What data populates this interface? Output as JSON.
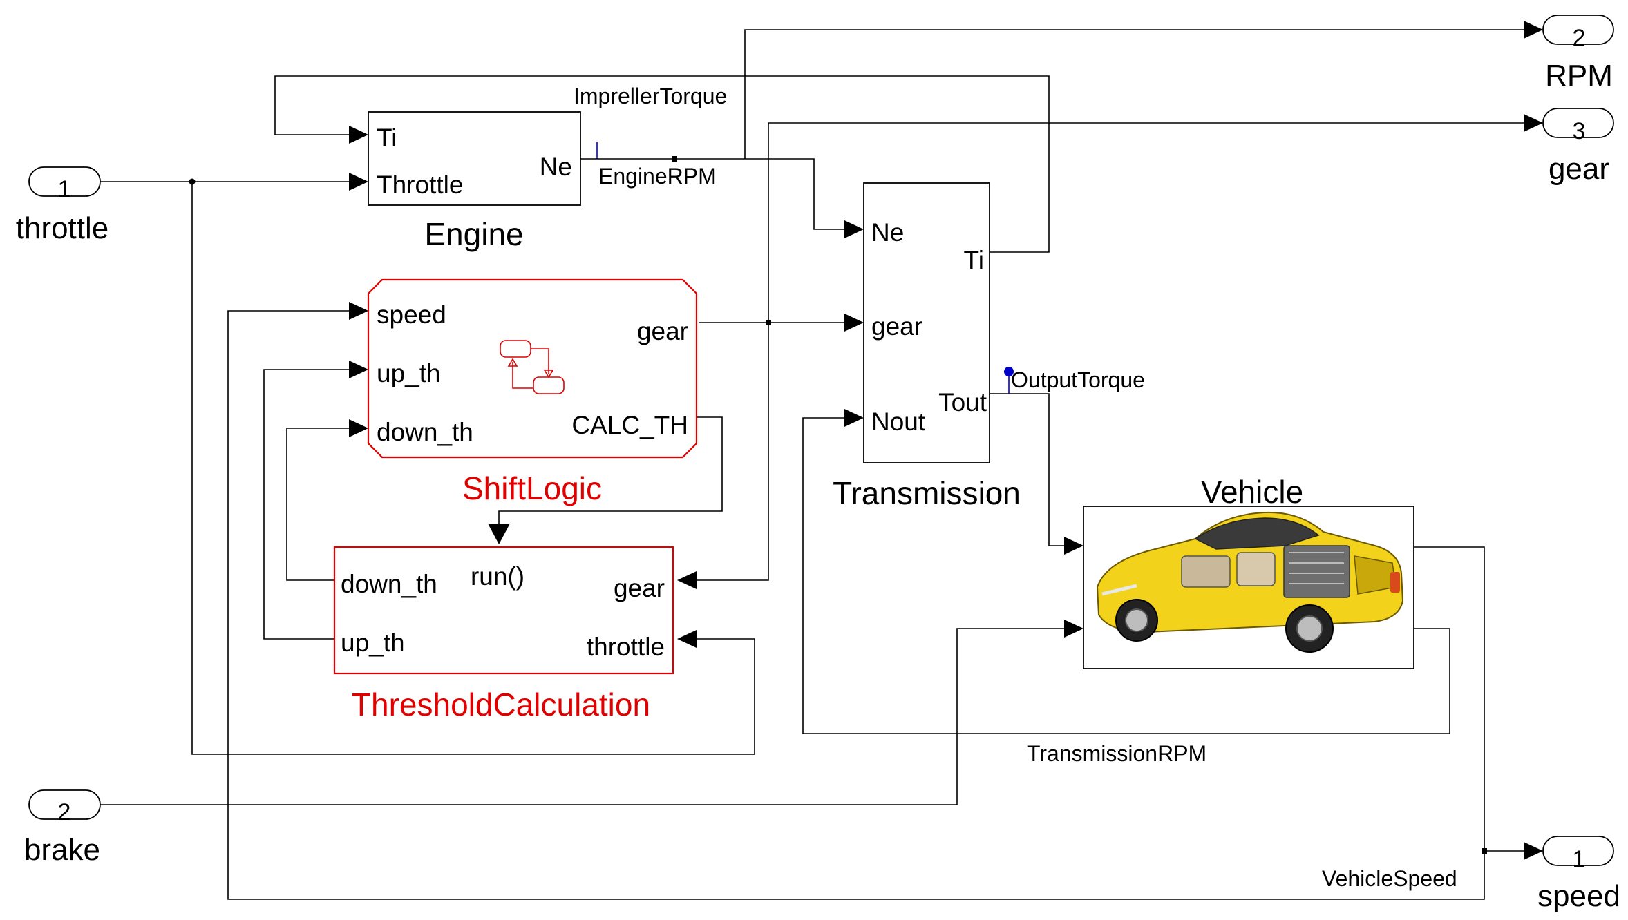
{
  "inports": [
    {
      "number": "1",
      "name": "throttle"
    },
    {
      "number": "2",
      "name": "brake"
    }
  ],
  "outports": [
    {
      "number": "2",
      "name": "RPM"
    },
    {
      "number": "3",
      "name": "gear"
    },
    {
      "number": "1",
      "name": "speed"
    }
  ],
  "blocks": {
    "engine": {
      "name": "Engine",
      "ports_in": [
        "Ti",
        "Throttle"
      ],
      "ports_out": [
        "Ne"
      ]
    },
    "shift_logic": {
      "name": "ShiftLogic",
      "ports_in": [
        "speed",
        "up_th",
        "down_th"
      ],
      "ports_out": [
        "gear",
        "CALC_TH"
      ]
    },
    "threshold_calc": {
      "name": "ThresholdCalculation",
      "trigger": "run()",
      "ports_out": [
        "down_th",
        "up_th"
      ],
      "ports_in": [
        "gear",
        "throttle"
      ]
    },
    "transmission": {
      "name": "Transmission",
      "ports_in": [
        "Ne",
        "gear",
        "Nout"
      ],
      "ports_out": [
        "Ti",
        "Tout"
      ]
    },
    "vehicle": {
      "name": "Vehicle"
    }
  },
  "signals": {
    "impeller_torque": "ImprellerTorque",
    "engine_rpm": "EngineRPM",
    "output_torque": "OutputTorque",
    "transmission_rpm": "TransmissionRPM",
    "vehicle_speed": "VehicleSpeed"
  },
  "colors": {
    "stateflow_block": "#e00000",
    "signal_probe": "#0000cc",
    "car_body": "#f2d21b"
  },
  "icons": {
    "shift_logic_icon": "stateflow-chart-icon",
    "vehicle_icon": "car-cutaway-icon"
  }
}
